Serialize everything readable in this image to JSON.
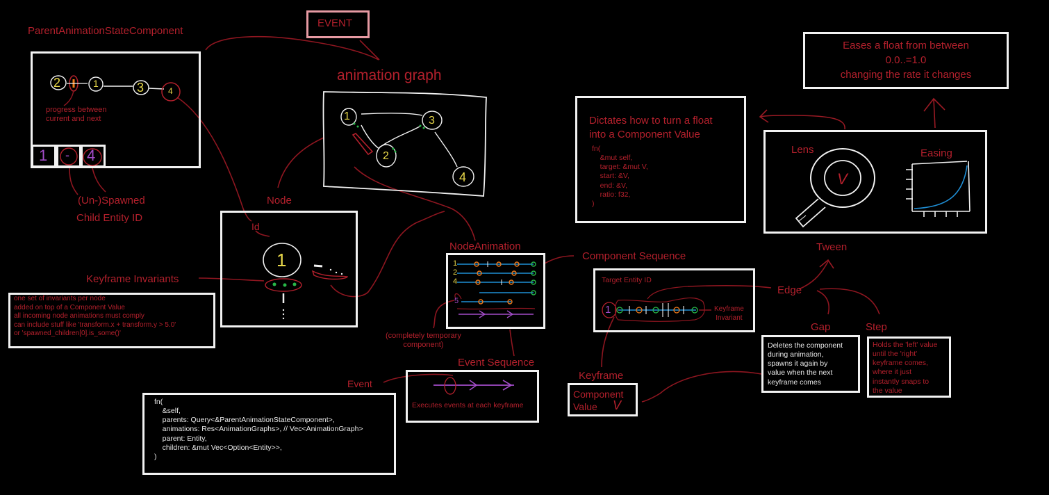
{
  "labels": {
    "parent_component": "ParentAnimationStateComponent",
    "event_box": "EVENT",
    "animation_graph": "animation graph",
    "progress": "progress between\ncurrent and next",
    "spawned": "(Un-)Spawned",
    "child_entity_id": "Child Entity ID",
    "node": "Node",
    "node_id": "Id",
    "keyframe_invariants": "Keyframe Invariants",
    "node_animation": "NodeAnimation",
    "component_sequence": "Component Sequence",
    "temporary": "(completely temporary\ncomponent)",
    "event_sequence": "Event Sequence",
    "event": "Event",
    "executes": "Executes events at each keyframe",
    "target_entity_id": "Target Entity ID",
    "keyframe_invariant_small": "Keyframe\nInvariant",
    "edge": "Edge",
    "tween": "Tween",
    "gap": "Gap",
    "step": "Step",
    "keyframe": "Keyframe",
    "component_value": "Component\nValue",
    "lens": "Lens",
    "easing": "Easing"
  },
  "texts": {
    "easing_desc": "Eases a float from between\n0.0..=1.0\nchanging the rate it changes",
    "lens_desc": "Dictates how to turn a float\ninto a Component Value",
    "lens_fn": "fn(\n    &mut self,\n    target: &mut V,\n    start: &V,\n    end: &V,\n    ratio: f32,\n)",
    "invariants_desc": "one set of invariants per node\nadded on top of a Component Value\nall incoming node animations must comply\ncan include stuff like 'transform.x + transform.y > 5.0'\nor 'spawned_children[0].is_some()'",
    "system_fn": "fn(\n    &self,\n    parents: Query<&ParentAnimationStateComponent>,\n    animations: Res<AnimationGraphs>, // Vec<AnimationGraph>\n    parent: Entity,\n    children: &mut Vec<Option<Entity>>,\n)",
    "gap_desc": "Deletes the component\nduring animation,\nspawns it again by\nvalue when the next\nkeyframe comes",
    "step_desc": "Holds the 'left' value\nuntil the 'right'\nkeyframe comes,\nwhere it just\ninstantly snaps to\nthe value"
  },
  "glyphs": {
    "state_nodes": [
      "2",
      "1",
      "3",
      "4"
    ],
    "child_slots": [
      "1",
      "-",
      "4"
    ],
    "graph_nodes": [
      "1",
      "3",
      "2",
      "4"
    ],
    "node_number": "1",
    "lens_symbol": "V",
    "value_symbol": "V",
    "seq_number": "1",
    "anim_rows": [
      "1",
      "2",
      "4",
      "5"
    ]
  },
  "colors": {
    "accent_red": "#b3202c",
    "box_white": "#f2f2f2",
    "event_border": "#e79aa3",
    "cyan": "#1f8fd6",
    "orange": "#f07a1a",
    "green": "#28b848",
    "purple": "#a24cc8",
    "yellow": "#e8d84a"
  }
}
